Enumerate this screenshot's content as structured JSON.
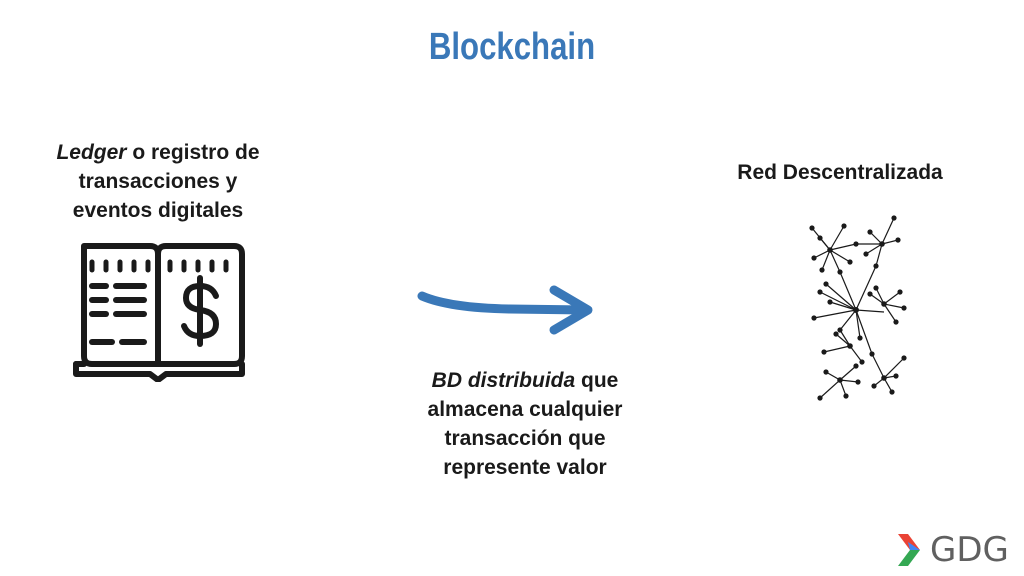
{
  "title": "Blockchain",
  "ledger_caption": {
    "emph": "Ledger",
    "rest": " o registro de transacciones y eventos digitales"
  },
  "network_caption": "Red Descentralizada",
  "bd_caption": {
    "emph": "BD distribuida",
    "rest": " que almacena cualquier transacción que represente valor"
  },
  "icons": {
    "ledger": "ledger-book-icon",
    "arrow": "right-arrow-icon",
    "network": "decentralized-network-icon",
    "logo": "gdg-logo-icon"
  },
  "logo_text": "GDG",
  "colors": {
    "title": "#3a78b8",
    "arrow": "#3a78b8",
    "logo_blue": "#4285f4",
    "logo_red": "#ea4335",
    "logo_green": "#34a853",
    "logo_text": "#606060"
  }
}
